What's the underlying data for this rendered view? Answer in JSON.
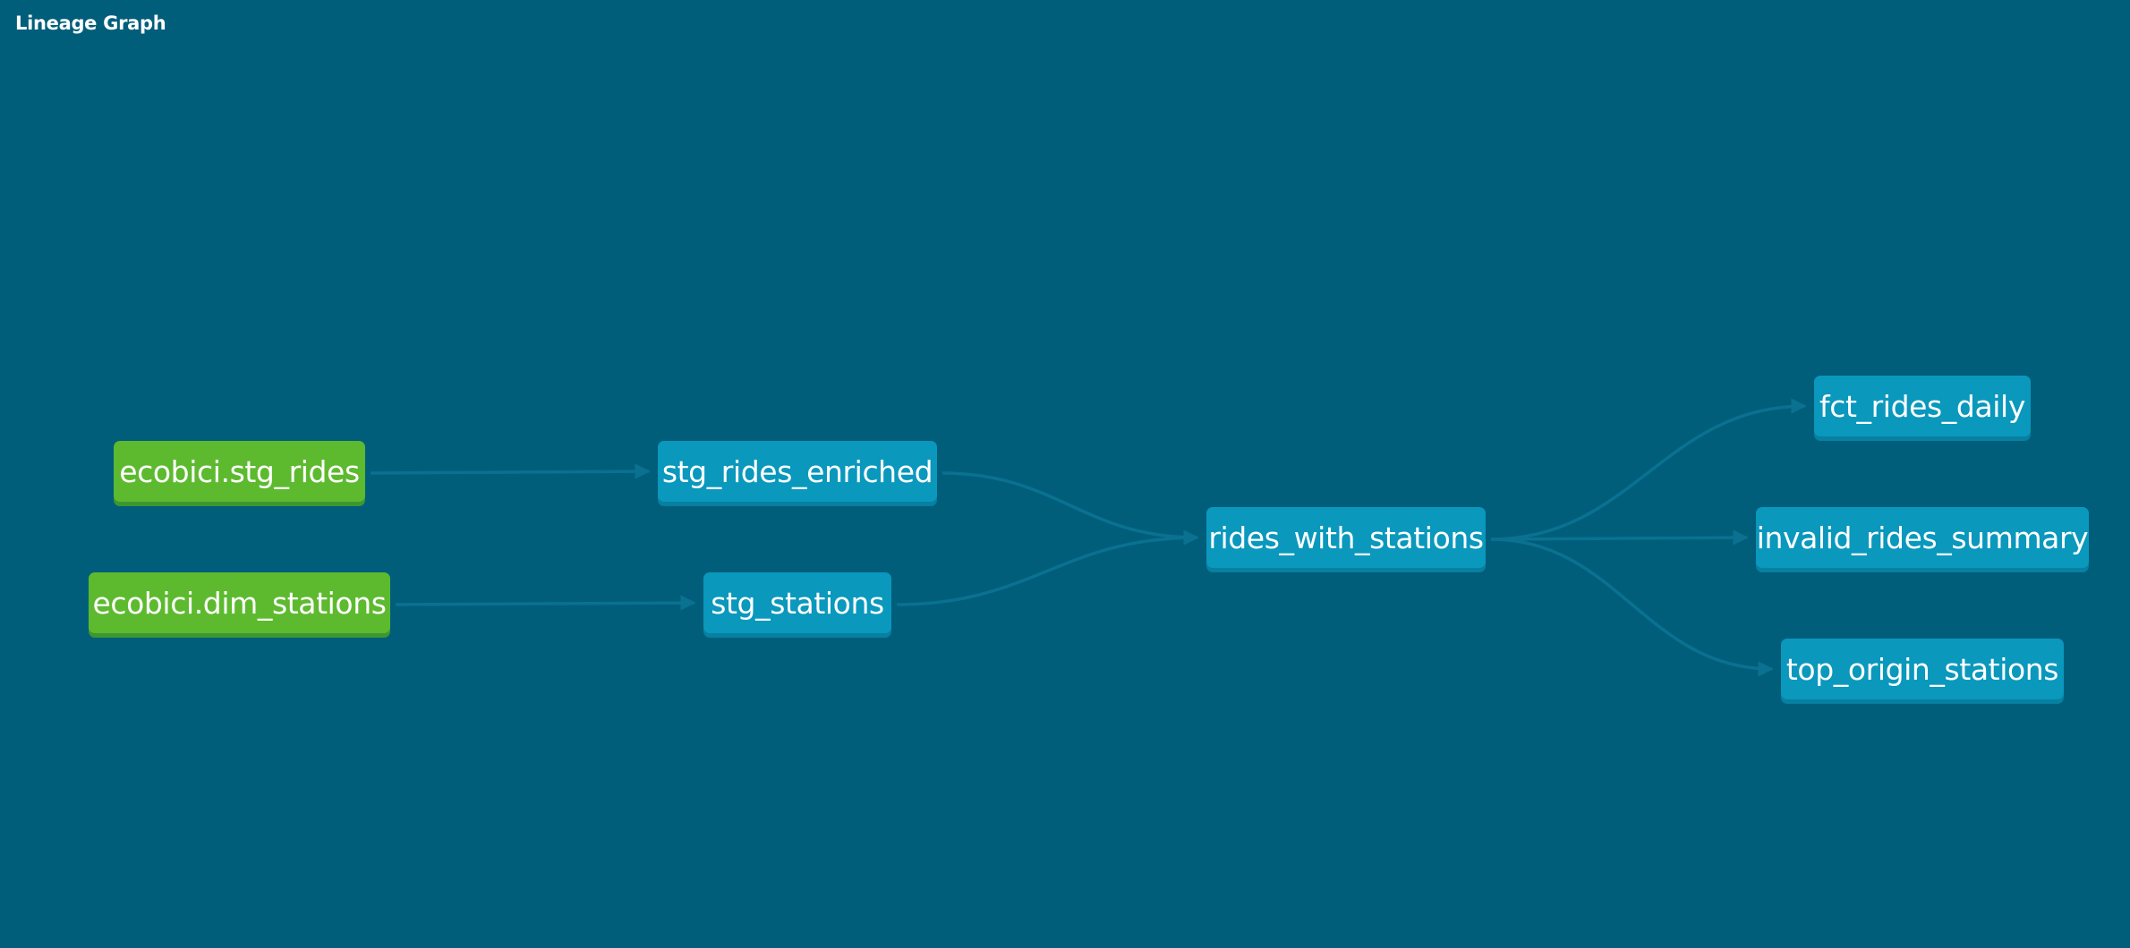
{
  "header": {
    "title": "Lineage Graph"
  },
  "colors": {
    "background": "#005e7b",
    "source_node": "#5dba2f",
    "model_node": "#0a98bd",
    "edge": "#0b7191"
  },
  "nodes": [
    {
      "id": "ecobici_stg_rides",
      "label": "ecobici.stg_rides",
      "kind": "source"
    },
    {
      "id": "ecobici_dim_stations",
      "label": "ecobici.dim_stations",
      "kind": "source"
    },
    {
      "id": "stg_rides_enriched",
      "label": "stg_rides_enriched",
      "kind": "model"
    },
    {
      "id": "stg_stations",
      "label": "stg_stations",
      "kind": "model"
    },
    {
      "id": "rides_with_stations",
      "label": "rides_with_stations",
      "kind": "model"
    },
    {
      "id": "fct_rides_daily",
      "label": "fct_rides_daily",
      "kind": "model"
    },
    {
      "id": "invalid_rides_summary",
      "label": "invalid_rides_summary",
      "kind": "model"
    },
    {
      "id": "top_origin_stations",
      "label": "top_origin_stations",
      "kind": "model"
    }
  ],
  "edges": [
    {
      "from": "ecobici_stg_rides",
      "to": "stg_rides_enriched"
    },
    {
      "from": "ecobici_dim_stations",
      "to": "stg_stations"
    },
    {
      "from": "stg_rides_enriched",
      "to": "rides_with_stations"
    },
    {
      "from": "stg_stations",
      "to": "rides_with_stations"
    },
    {
      "from": "rides_with_stations",
      "to": "fct_rides_daily"
    },
    {
      "from": "rides_with_stations",
      "to": "invalid_rides_summary"
    },
    {
      "from": "rides_with_stations",
      "to": "top_origin_stations"
    }
  ]
}
